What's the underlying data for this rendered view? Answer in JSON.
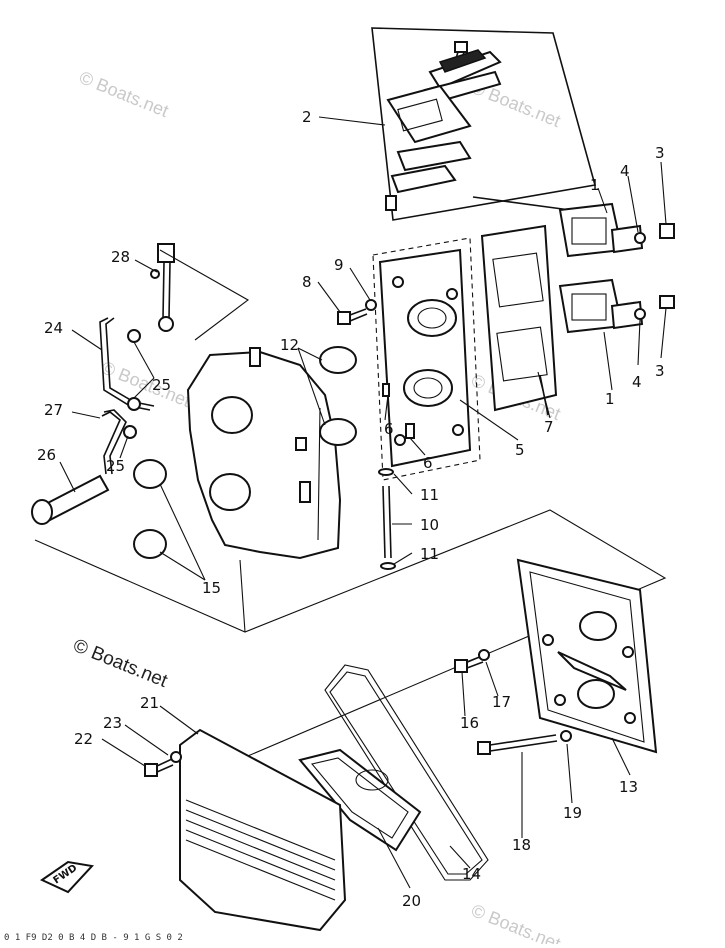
{
  "diagram": {
    "callouts": {
      "c1a": "1",
      "c1b": "1",
      "c2": "2",
      "c3a": "3",
      "c3b": "3",
      "c4a": "4",
      "c4b": "4",
      "c5": "5",
      "c6a": "6",
      "c6b": "6",
      "c7": "7",
      "c8": "8",
      "c9": "9",
      "c10": "10",
      "c11a": "11",
      "c11b": "11",
      "c12": "12",
      "c13": "13",
      "c14": "14",
      "c15": "15",
      "c16": "16",
      "c17": "17",
      "c18": "18",
      "c19": "19",
      "c20": "20",
      "c21": "21",
      "c22": "22",
      "c23": "23",
      "c24": "24",
      "c25a": "25",
      "c25b": "25",
      "c26": "26",
      "c27": "27",
      "c28": "28"
    },
    "fwd_label": "FWD",
    "watermark": "© Boats.net",
    "footer_code": "0 1 F9 D2 0 B 4 D B - 9 1 G S 0 2"
  }
}
